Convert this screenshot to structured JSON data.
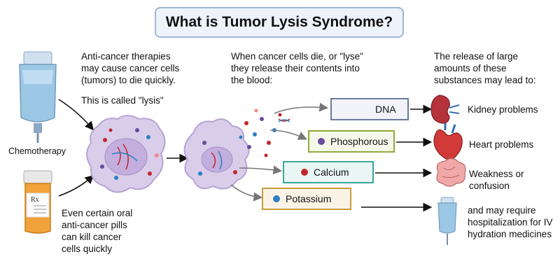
{
  "title": "What is Tumor Lysis Syndrome?",
  "left_top_text": [
    "Anti-cancer therapies",
    "may cause cancer cells",
    "(tumors) to die quickly."
  ],
  "lysis_text": "This is called \"lysis\"",
  "chemo_label": "Chemotherapy",
  "pill_text": [
    "Even certain oral",
    "anti-cancer pills",
    "can kill cancer",
    "cells quickly"
  ],
  "pill_label_rx": "Rx",
  "middle_text": [
    "When cancer cells die, or \"lyse\"",
    "they release their contents into",
    "the blood:"
  ],
  "right_text": [
    "The release of large",
    "amounts of these",
    "substances may lead to:"
  ],
  "substances": [
    {
      "label": "DNA",
      "border": "#6b7a99",
      "fill": "#f1f3f9"
    },
    {
      "label": "Phosphorous",
      "border": "#8faa3a",
      "fill": "#f6f9ea",
      "dot": "#6a4a9c"
    },
    {
      "label": "Calcium",
      "border": "#3aa79c",
      "fill": "#eaf6f4",
      "dot": "#c0262a"
    },
    {
      "label": "Potassium",
      "border": "#c79a3c",
      "fill": "#fbf4e6",
      "dot": "#2c7fc1"
    }
  ],
  "outcomes": [
    {
      "label": "Kidney problems",
      "icon": "kidney-icon"
    },
    {
      "label": "Heart problems",
      "icon": "heart-icon"
    },
    {
      "label": "Weakness or confusion",
      "lines": [
        "Weakness or",
        "confusion"
      ],
      "icon": "brain-icon"
    },
    {
      "label": "and may require hospitalization for IV hydration medicines",
      "lines": [
        "and may require",
        "hospitalization for IV",
        "hydration medicines"
      ],
      "icon": "iv-bag-icon"
    }
  ]
}
